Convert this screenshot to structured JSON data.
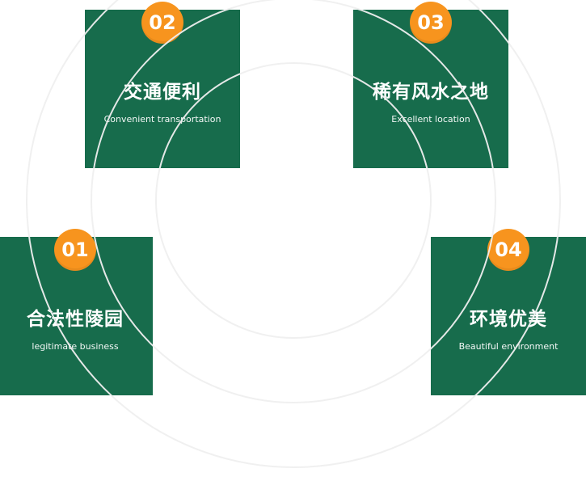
{
  "colors": {
    "card_green": "#176C4C",
    "badge_orange": "#F7941E",
    "arc_line": "#EFEFEF",
    "text": "#FFFFFF",
    "background": "#FFFFFF"
  },
  "features": [
    {
      "number": "01",
      "title": "合法性陵园",
      "subtitle": "legitimate business"
    },
    {
      "number": "02",
      "title": "交通便利",
      "subtitle": "Convenient transportation"
    },
    {
      "number": "03",
      "title": "稀有风水之地",
      "subtitle": "Excellent location"
    },
    {
      "number": "04",
      "title": "环境优美",
      "subtitle": "Beautiful environment"
    }
  ]
}
